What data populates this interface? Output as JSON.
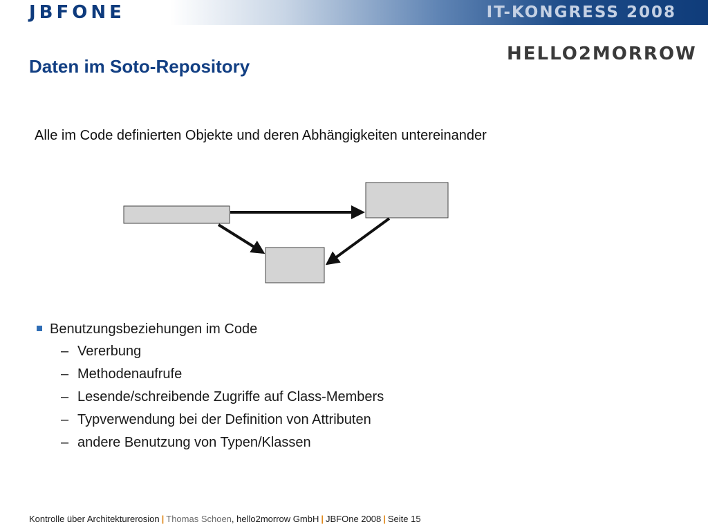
{
  "header": {
    "brand_left": "JBFONE",
    "brand_right": "IT-KONGRESS 2008",
    "sponsor": "HELLO2MORROW"
  },
  "slide": {
    "title": "Daten im Soto-Repository",
    "subtitle": "Alle im Code definierten Objekte und deren Abhängigkeiten untereinander",
    "bullet": "Benutzungsbeziehungen im Code",
    "sub_items": [
      "Vererbung",
      "Methodenaufrufe",
      "Lesende/schreibende Zugriffe auf Class-Members",
      "Typverwendung bei der Definition von Attributen",
      "andere Benutzung von Typen/Klassen"
    ],
    "dash": "–"
  },
  "footer": {
    "topic": "Kontrolle über Architekturerosion",
    "sep": "|",
    "author": "Thomas Schoen",
    "company": ", hello2morrow GmbH",
    "event": "JBFOne 2008",
    "page": "Seite 15"
  },
  "colors": {
    "title": "#123f83",
    "box_fill": "#d4d4d4",
    "box_stroke": "#444444",
    "arrow": "#111111",
    "bullet": "#2f6db5",
    "footer_sep": "#e08a1e"
  }
}
